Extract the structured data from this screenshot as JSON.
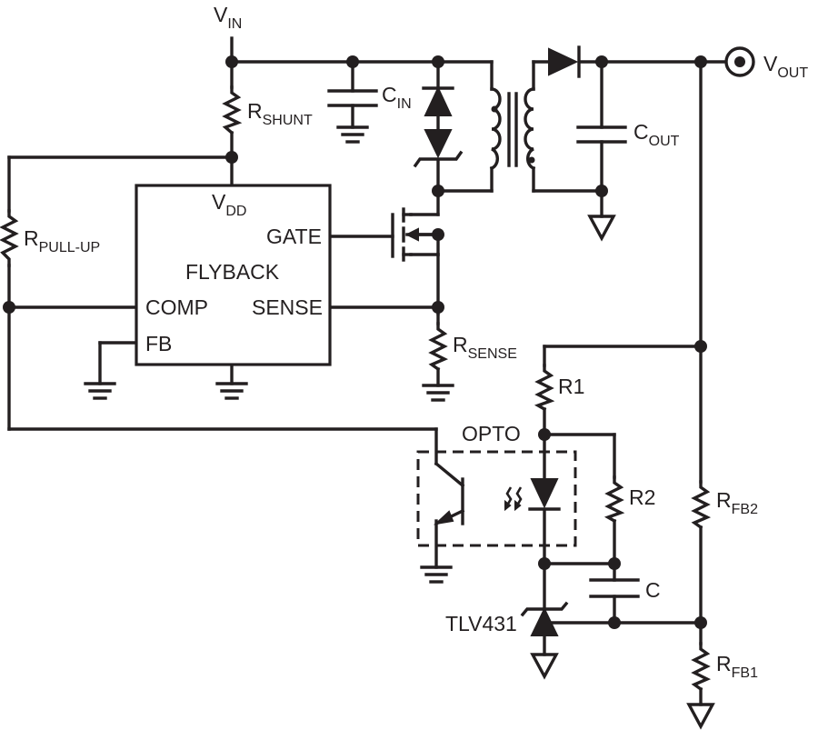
{
  "diagram": {
    "labels": {
      "vin_main": "V",
      "vin_sub": "IN",
      "vout_main": "V",
      "vout_sub": "OUT",
      "rshunt_main": "R",
      "rshunt_sub": "SHUNT",
      "cin_main": "C",
      "cin_sub": "IN",
      "cout_main": "C",
      "cout_sub": "OUT",
      "rpullup_main": "R",
      "rpullup_sub": "PULL-UP",
      "vdd_main": "V",
      "vdd_sub": "DD",
      "gate": "GATE",
      "flyback": "FLYBACK",
      "comp": "COMP",
      "sense": "SENSE",
      "fb": "FB",
      "rsense_main": "R",
      "rsense_sub": "SENSE",
      "r1": "R1",
      "opto": "OPTO",
      "r2": "R2",
      "rfb2_main": "R",
      "rfb2_sub": "FB2",
      "c": "C",
      "tlv431": "TLV431",
      "rfb1_main": "R",
      "rfb1_sub": "FB1"
    }
  }
}
